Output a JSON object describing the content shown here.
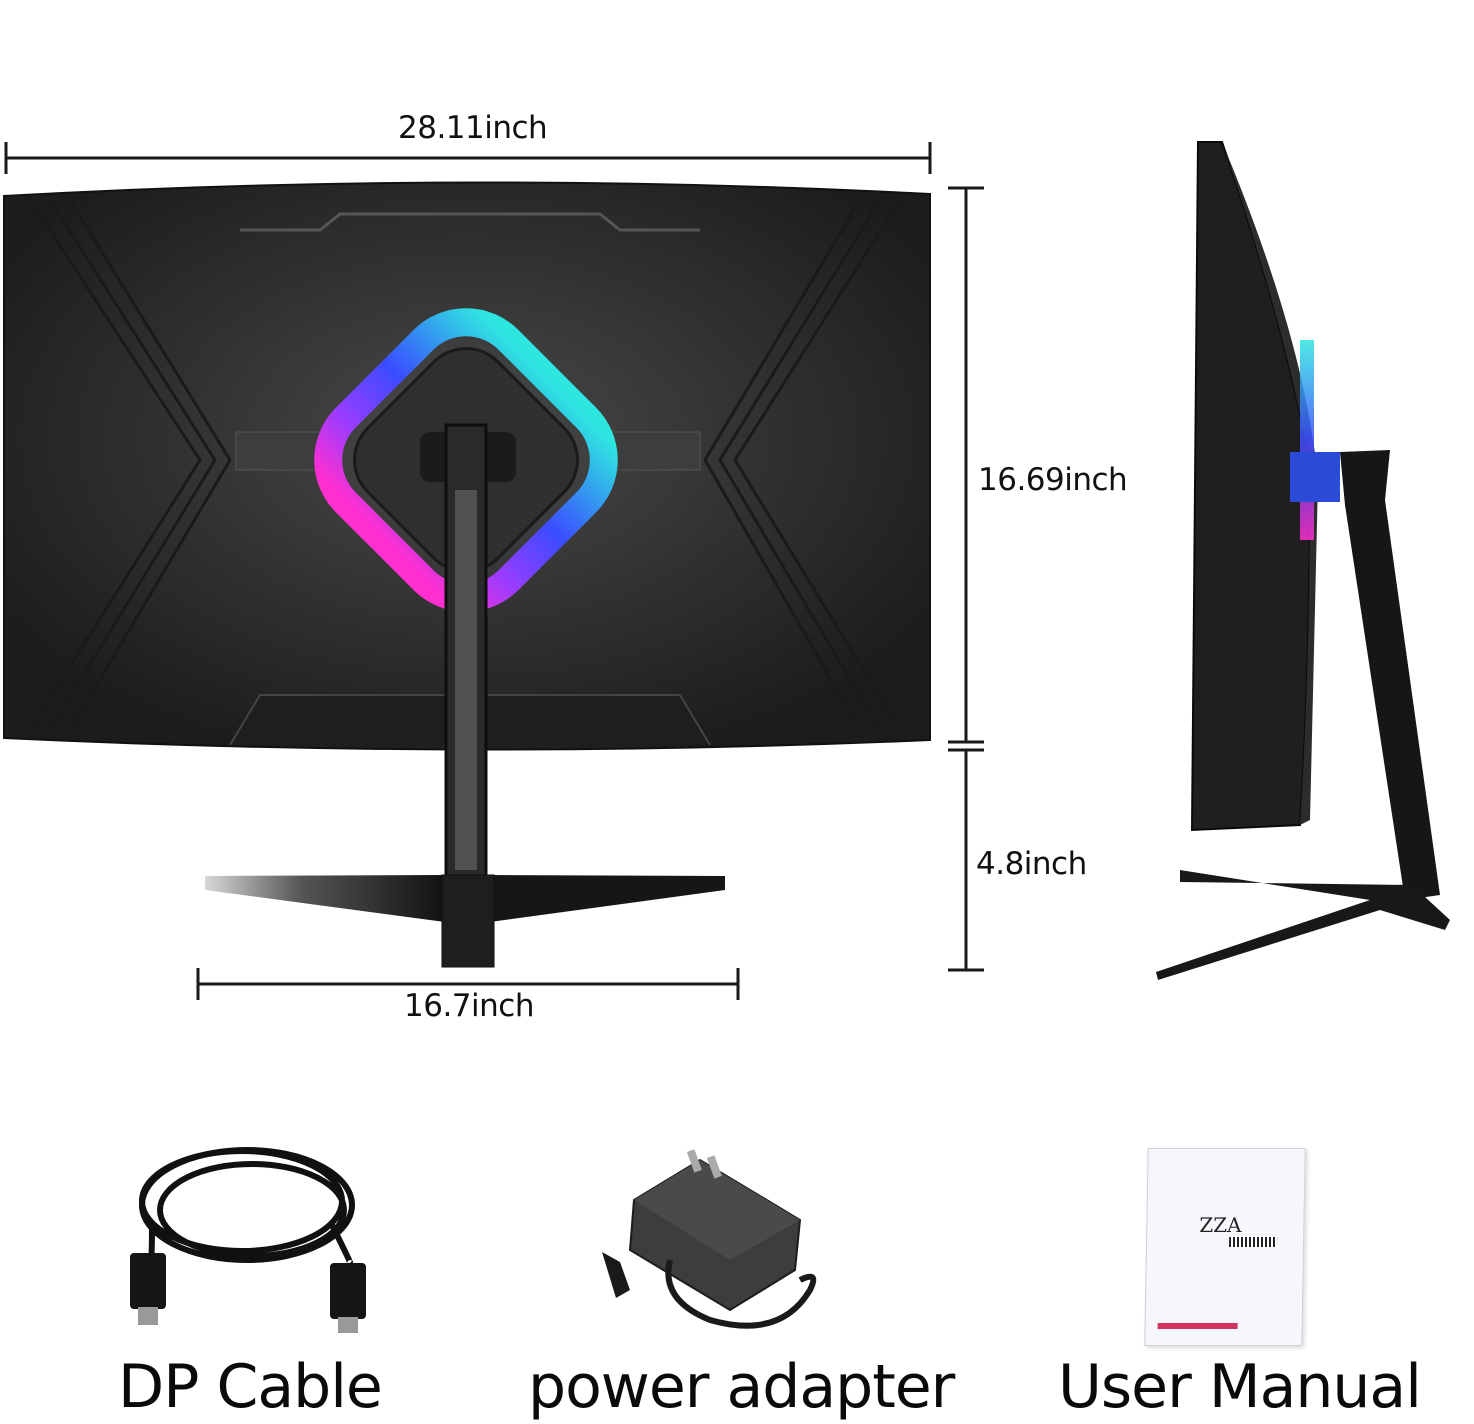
{
  "dimensions": {
    "width": "28.11inch",
    "height": "16.69inch",
    "stand_height": "4.8inch",
    "base_width": "16.7inch"
  },
  "accessories": [
    {
      "label": "DP Cable",
      "icon": "dp-cable-icon"
    },
    {
      "label": "power adapter",
      "icon": "power-adapter-icon"
    },
    {
      "label": "User Manual",
      "icon": "user-manual-icon"
    }
  ],
  "manual": {
    "brand": "ZZA"
  },
  "colors": {
    "monitor_body": "#2b2b2b",
    "rgb_ring_top": "#2ee6e0",
    "rgb_ring_mid": "#3a4cff",
    "rgb_ring_bottom": "#ff2fd0"
  }
}
